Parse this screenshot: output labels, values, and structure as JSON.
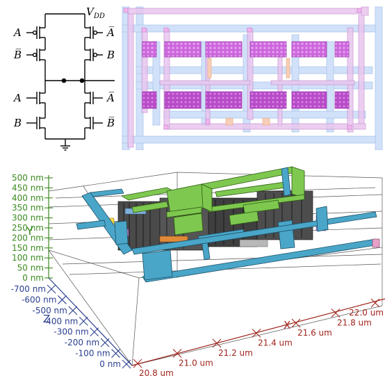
{
  "schematic": {
    "vdd_label": "V",
    "vdd_sub": "DD",
    "pmos_left_labels": [
      "A",
      "B̅"
    ],
    "pmos_right_labels": [
      "A̅",
      "B"
    ],
    "nmos_left_labels": [
      "A",
      "B"
    ],
    "nmos_right_labels": [
      "A̅",
      "B̅"
    ]
  },
  "view3d": {
    "y_axis_name": "Y",
    "y_ticks": [
      "500 nm",
      "450 nm",
      "400 nm",
      "350 nm",
      "300 nm",
      "250 nm",
      "200 nm",
      "150 nm",
      "100 nm",
      "50 nm",
      "0 nm"
    ],
    "z_axis_name": "Z",
    "z_ticks": [
      "-700 nm",
      "-600 nm",
      "-500 nm",
      "-400 nm",
      "-300 nm",
      "-200 nm",
      "-100 nm",
      "0 nm"
    ],
    "x_axis_name": "X",
    "x_ticks": [
      "20.8 um",
      "21.0 um",
      "21.2 um",
      "21.4 um",
      "21.6 um",
      "21.8 um",
      "22.0 um"
    ],
    "colors": {
      "y_axis": "#3a8a1e",
      "z_axis": "#2a3f8f",
      "x_axis": "#a0241c",
      "metal_top": "#7ec850",
      "metal_low": "#4aa6c8"
    }
  }
}
